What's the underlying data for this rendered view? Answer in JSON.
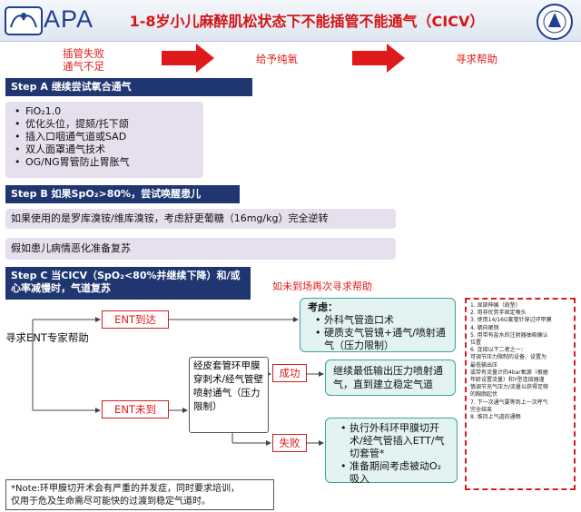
{
  "header": {
    "logo_text": "APA",
    "title": "1-8岁小儿麻醉肌松状态下不能插管不能通气（CICV）"
  },
  "flow": {
    "stage1_line1": "插管失败",
    "stage1_line2": "通气不足",
    "stage2": "给予纯氧",
    "stage3": "寻求帮助"
  },
  "step_a": {
    "title": "Step A 继续尝试氧合通气",
    "items": [
      "FiO₂1.0",
      "优化头位，提颏/托下颌",
      "插入口咽通气道或SAD",
      "双人面罩通气技术",
      "OG/NG胃管防止胃胀气"
    ]
  },
  "step_b": {
    "title": "Step B 如果SpO₂>80%，尝试唤醒患儿",
    "text1": "如果使用的是罗库溴铵/维库溴铵，考虑舒更葡糖（16mg/kg）完全逆转",
    "text2": "假如患儿病情恶化准备复苏"
  },
  "step_c": {
    "title_line1": "Step C 当CICV（SpO₂<80%并继续下降）和/或",
    "title_line2": "心率减慢时，气道复苏",
    "recall": "如未到场再次寻求帮助"
  },
  "tree": {
    "root": "寻求ENT专家帮助",
    "ent_arrive": "ENT到达",
    "ent_not": "ENT未到",
    "procedure": "经皮套管环甲膜穿刺术/经气管壁喷射通气（压力限制）",
    "success": "成功",
    "failure": "失败"
  },
  "consider_box": {
    "title": "考虑：",
    "items": [
      "外科气管造口术",
      "硬质支气管镜+通气/喷射通气（压力限制）"
    ]
  },
  "success_box": {
    "text": "继续最低输出压力喷射通气，直到建立稳定气道"
  },
  "failure_box": {
    "items": [
      "执行外科环甲膜切开术/经气管插入ETT/气切套管*",
      "准备期间考虑被动O₂吸入"
    ]
  },
  "steps_box": {
    "lines": [
      "1. 显部伸展（肩垫）",
      "2. 用非优势手固定喉头",
      "3. 使用14/16G套管针穿过环甲膜",
      "4. 朝向尾侧",
      "5. 用带有盐水的注射器抽吸确认",
      "   位置",
      "6. 连接以下二者之一：",
      "   可调节压力限制的设备，设置为",
      "   最低输出压",
      "   或带有流量计的4bar氧源（根据",
      "   年龄设置流量）和Y型连接器谨",
      "   慎调节充气压力/流量以获得足够",
      "   的胸廓起伏",
      "7. 下一次通气要等到上一次呼气",
      "   完全结束",
      "8. 维持上气道的通畅"
    ]
  },
  "note": {
    "line1": "*Note:环甲膜切开术会有严重的并发症，同时要求培训，",
    "line2": "仅用于危及生命需尽可能快的过渡到稳定气道时。"
  },
  "colors": {
    "navy": "#1f3671",
    "red": "#e01a1a",
    "lavender": "#e6e0ee",
    "teal": "#3aa69a",
    "teal_fill": "#e2f3f1"
  }
}
